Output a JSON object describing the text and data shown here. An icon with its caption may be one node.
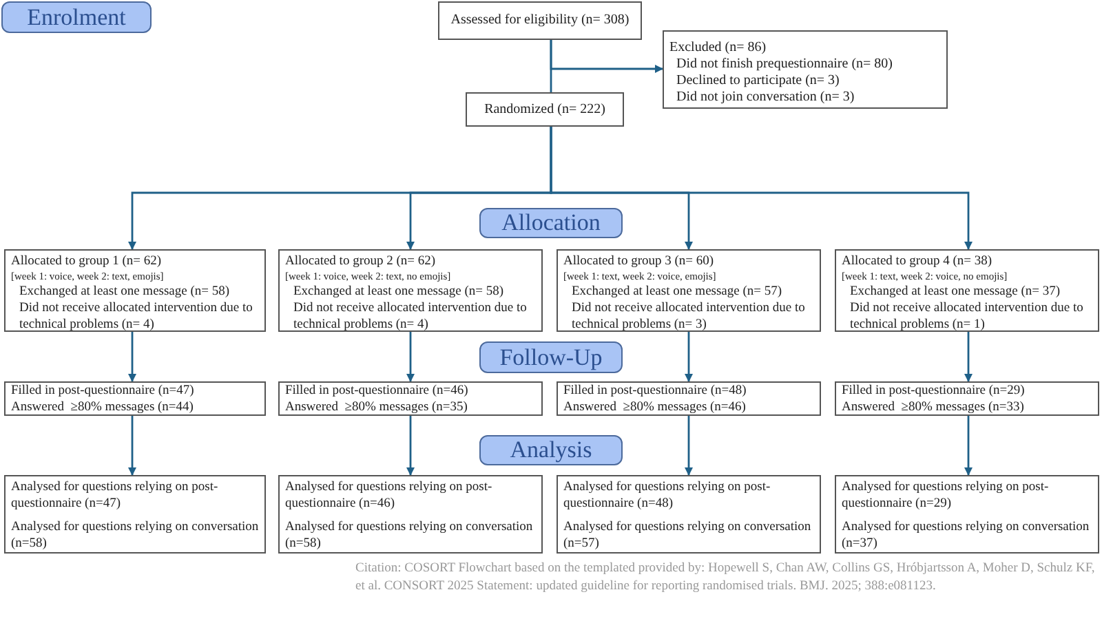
{
  "diagram": {
    "caption": "Citation: COSORT Flowchart based on the templated provided by: Hopewell S, Chan AW, Collins GS, Hróbjartsson A, Moher D, Schulz KF, et al. CONSORT 2025 Statement: updated guideline for reporting randomised trials. BMJ. 2025; 388:e081123.",
    "nodes": [
      {
        "text": [
          "Enrolment"
        ]
      },
      {
        "text": [
          "Assessed for eligibility (n= 308)"
        ]
      },
      {
        "text": [
          "Excluded (n= 86)",
          "Did not finish prequestionnaire (n= 80)",
          "Declined to participate (n= 3)",
          "Did not join conversation (n= 3)"
        ]
      },
      {
        "text": [
          "Randomized (n= 222)"
        ]
      },
      {
        "text": [
          "Allocation"
        ]
      },
      {
        "text": [
          "Allocated to group 1 (n= 62)",
          "[week 1: voice, week 2: text, emojis]",
          "Exchanged at least one message (n= 58)",
          "Did not receive allocated intervention due to technical problems (n= 4)"
        ]
      },
      {
        "text": [
          "Allocated to group 2 (n= 62)",
          "[week 1: voice, week 2: text, no emojis]",
          "Exchanged at least one message (n= 58)",
          "Did not receive allocated intervention due to technical problems (n= 4)"
        ]
      },
      {
        "text": [
          "Allocated to group 3 (n= 60)",
          "[week 1: text, week 2: voice, emojis]",
          "Exchanged at least one message (n= 57)",
          "Did not receive allocated intervention due to technical problems (n= 3)"
        ]
      },
      {
        "text": [
          "Allocated to group 4 (n= 38)",
          "[week 1: text, week 2: voice, no emojis]",
          "Exchanged at least one message (n= 37)",
          "Did not receive allocated intervention due to technical problems (n= 1)"
        ]
      },
      {
        "text": [
          "Follow-Up"
        ]
      },
      {
        "text": [
          "Filled in post-questionnaire (n=47)",
          "Answered  ≥80% messages (n=44)"
        ]
      },
      {
        "text": [
          "Filled in post-questionnaire (n=46)",
          "Answered  ≥80% messages (n=35)"
        ]
      },
      {
        "text": [
          "Filled in post-questionnaire (n=48)",
          "Answered  ≥80% messages (n=46)"
        ]
      },
      {
        "text": [
          "Filled in post-questionnaire (n=29)",
          "Answered  ≥80% messages (n=33)"
        ]
      },
      {
        "text": [
          "Analysis"
        ]
      },
      {
        "text": [
          "Analysed for questions relying on post-questionnaire (n=47)",
          "Analysed for questions relying on conversation (n=58)"
        ]
      },
      {
        "text": [
          "Analysed for questions relying on post-questionnaire (n=46)",
          "Analysed for questions relying on conversation (n=58)"
        ]
      },
      {
        "text": [
          "Analysed for questions relying on post-questionnaire (n=48)",
          "Analysed for questions relying on conversation (n=57)"
        ]
      },
      {
        "text": [
          "Analysed for questions relying on post-questionnaire (n=29)",
          "Analysed for questions relying on conversation (n=37)"
        ]
      }
    ],
    "edges": [
      {
        "from": 1,
        "to": 3,
        "arrow": "none"
      },
      {
        "from": 1,
        "to": 2,
        "arrow": "to"
      },
      {
        "from": 3,
        "to": 5,
        "arrow": "to"
      },
      {
        "from": 3,
        "to": 6,
        "arrow": "to"
      },
      {
        "from": 3,
        "to": 7,
        "arrow": "to"
      },
      {
        "from": 3,
        "to": 8,
        "arrow": "to"
      },
      {
        "from": 5,
        "to": 10,
        "arrow": "to"
      },
      {
        "from": 6,
        "to": 11,
        "arrow": "to"
      },
      {
        "from": 7,
        "to": 12,
        "arrow": "to"
      },
      {
        "from": 8,
        "to": 13,
        "arrow": "to"
      },
      {
        "from": 10,
        "to": 15,
        "arrow": "to"
      },
      {
        "from": 11,
        "to": 16,
        "arrow": "to"
      },
      {
        "from": 12,
        "to": 17,
        "arrow": "to"
      },
      {
        "from": 13,
        "to": 18,
        "arrow": "to"
      }
    ]
  }
}
